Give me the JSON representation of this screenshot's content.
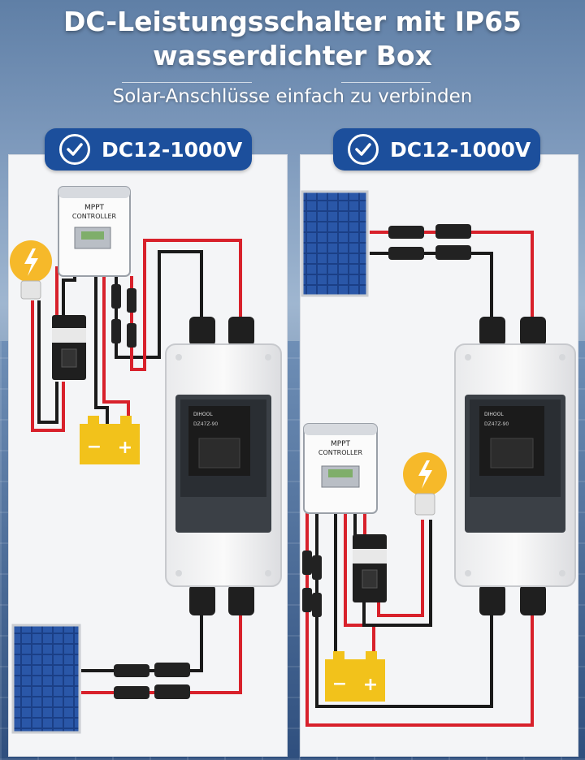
{
  "header": {
    "title_line1": "DC-Leistungsschalter mit IP65",
    "title_line2": "wasserdichter Box",
    "subtitle": "Solar-Anschlüsse einfach zu verbinden"
  },
  "badges": [
    {
      "label": "DC12-1000V",
      "icon": "check-circle-icon"
    },
    {
      "label": "DC12-1000V",
      "icon": "check-circle-icon"
    }
  ],
  "controller": {
    "line1": "MPPT",
    "line2": "CONTROLLER"
  },
  "breaker": {
    "brand": "DIHOOL",
    "model": "DZ47Z-90"
  },
  "battery": {
    "minus": "−",
    "plus": "+"
  },
  "colors": {
    "badge": "#1c4f9c",
    "wire_red": "#d8212b",
    "wire_black": "#1a1a1a",
    "battery": "#f2c21b",
    "bulb": "#f6b92a"
  }
}
